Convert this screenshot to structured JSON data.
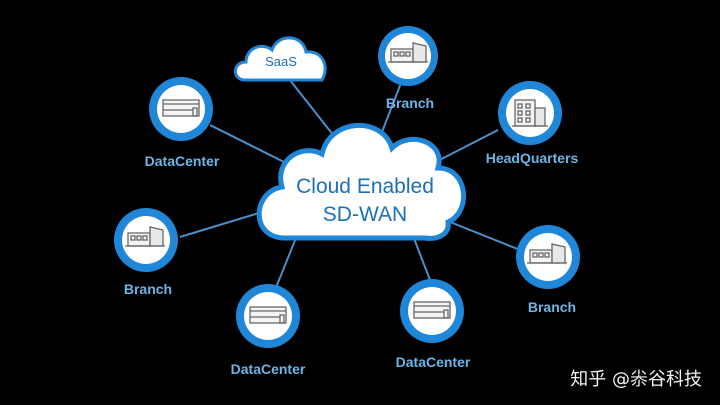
{
  "diagram": {
    "core": {
      "line1": "Cloud Enabled",
      "line2": "SD-WAN"
    },
    "saas": {
      "label": "SaaS"
    },
    "nodes": [
      {
        "label": "Branch",
        "icon": "branch-building-icon"
      },
      {
        "label": "HeadQuarters",
        "icon": "headquarters-building-icon"
      },
      {
        "label": "Branch",
        "icon": "branch-building-icon"
      },
      {
        "label": "DataCenter",
        "icon": "datacenter-building-icon"
      },
      {
        "label": "DataCenter",
        "icon": "datacenter-building-icon"
      },
      {
        "label": "Branch",
        "icon": "branch-building-icon"
      },
      {
        "label": "DataCenter",
        "icon": "datacenter-building-icon"
      }
    ],
    "colors": {
      "ring": "#1f86d8",
      "ring_inner": "#ffffff",
      "line": "#4b8fcb",
      "label": "#6fb4e6",
      "core_text": "#1d6fb8",
      "background": "#000000"
    }
  },
  "watermark": "知乎 @尜谷科技"
}
